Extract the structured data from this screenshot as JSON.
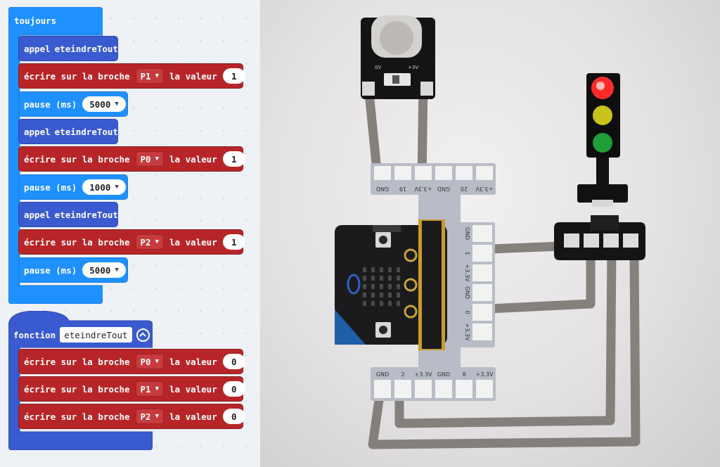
{
  "loop_block": {
    "label": "toujours",
    "statements": [
      {
        "kind": "call",
        "call_label": "appel",
        "name": "eteindreTout"
      },
      {
        "kind": "pin",
        "label": "écrire sur la broche",
        "pin": "P1",
        "value_label": "la valeur",
        "value": "1"
      },
      {
        "kind": "pause",
        "label": "pause (ms)",
        "value": "5000"
      },
      {
        "kind": "call",
        "call_label": "appel",
        "name": "eteindreTout"
      },
      {
        "kind": "pin",
        "label": "écrire sur la broche",
        "pin": "P0",
        "value_label": "la valeur",
        "value": "1"
      },
      {
        "kind": "pause",
        "label": "pause (ms)",
        "value": "1000"
      },
      {
        "kind": "call",
        "call_label": "appel",
        "name": "eteindreTout"
      },
      {
        "kind": "pin",
        "label": "écrire sur la broche",
        "pin": "P2",
        "value_label": "la valeur",
        "value": "1"
      },
      {
        "kind": "pause",
        "label": "pause (ms)",
        "value": "5000"
      }
    ]
  },
  "function_block": {
    "label": "fonction",
    "name": "eteindreTout",
    "statements": [
      {
        "kind": "pin",
        "label": "écrire sur la broche",
        "pin": "P0",
        "value_label": "la valeur",
        "value": "0"
      },
      {
        "kind": "pin",
        "label": "écrire sur la broche",
        "pin": "P1",
        "value_label": "la valeur",
        "value": "0"
      },
      {
        "kind": "pin",
        "label": "écrire sur la broche",
        "pin": "P2",
        "value_label": "la valeur",
        "value": "0"
      }
    ]
  },
  "colors": {
    "loop": "#1e90ff",
    "function": "#3a5ad0",
    "pins": "#b72528",
    "led_red": "#ff2b2b",
    "led_yellow": "#c9c21a",
    "led_green": "#1f9e3a"
  },
  "photo": {
    "battery_labels": [
      "0V",
      "+3V"
    ],
    "top_edge_labels": [
      "GND",
      "19",
      "+3.3V",
      "GND",
      "20",
      "+3.3V"
    ],
    "bottom_edge_labels": [
      "GND",
      "2",
      "+3.3V",
      "GND",
      "8",
      "+3.3V"
    ],
    "right_edge_labels": [
      "GND",
      "1",
      "+3.3V",
      "GND",
      "0",
      "+3.3V"
    ]
  }
}
